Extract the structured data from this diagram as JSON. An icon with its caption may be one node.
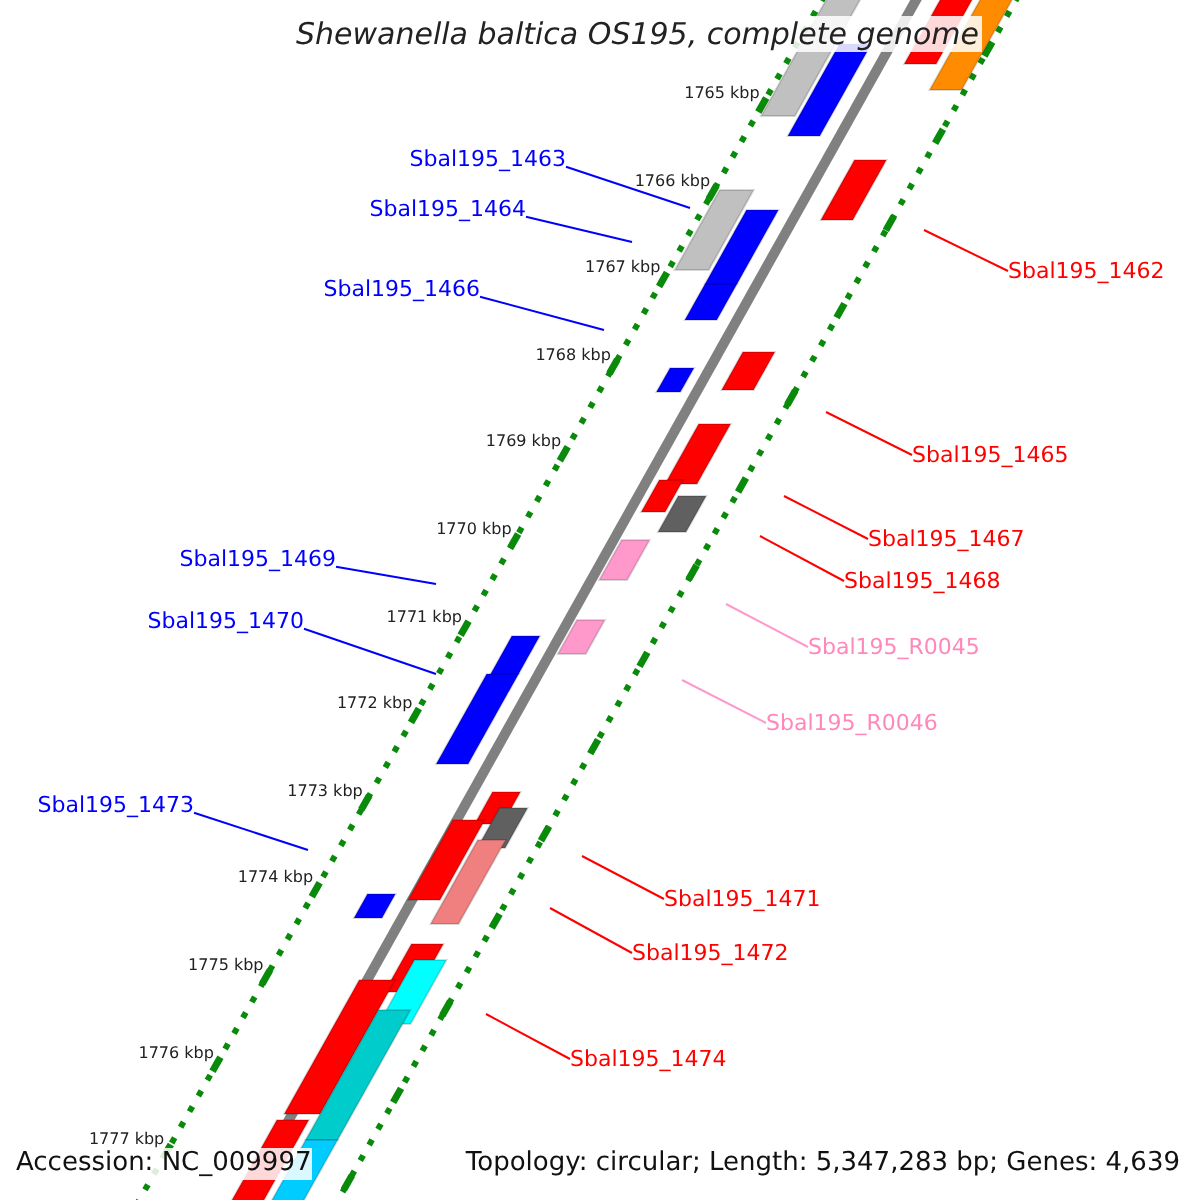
{
  "diagram": {
    "title": "Shewanella baltica OS195, complete genome",
    "nodes": [
      {
        "text": [
          "Sbal195_1463"
        ]
      },
      {
        "text": [
          "Sbal195_1464"
        ]
      },
      {
        "text": [
          "Sbal195_1466"
        ]
      },
      {
        "text": [
          "Sbal195_1462"
        ]
      },
      {
        "text": [
          "Sbal195_1465"
        ]
      },
      {
        "text": [
          "Sbal195_1467"
        ]
      },
      {
        "text": [
          "Sbal195_1468"
        ]
      },
      {
        "text": [
          "Sbal195_1469"
        ]
      },
      {
        "text": [
          "Sbal195_R0045"
        ]
      },
      {
        "text": [
          "Sbal195_1470"
        ]
      },
      {
        "text": [
          "Sbal195_R0046"
        ]
      },
      {
        "text": [
          "Sbal195_1473"
        ]
      },
      {
        "text": [
          "Sbal195_1471"
        ]
      },
      {
        "text": [
          "Sbal195_1472"
        ]
      },
      {
        "text": [
          "Sbal195_1474"
        ]
      }
    ],
    "edges": [
      {
        "from": 0,
        "to": null,
        "arrow": "none",
        "color": "#0000ff"
      },
      {
        "from": 1,
        "to": null,
        "arrow": "none",
        "color": "#0000ff"
      },
      {
        "from": 2,
        "to": null,
        "arrow": "none",
        "color": "#0000ff"
      },
      {
        "from": 3,
        "to": null,
        "arrow": "none"
      },
      {
        "from": 4,
        "to": null,
        "arrow": "none"
      },
      {
        "from": 5,
        "to": null,
        "arrow": "none"
      },
      {
        "from": 6,
        "to": null,
        "arrow": "none"
      },
      {
        "from": 7,
        "to": null,
        "arrow": "none",
        "color": "#0000ff"
      },
      {
        "from": 8,
        "to": null,
        "arrow": "none",
        "color": "#ff99cc"
      },
      {
        "from": 9,
        "to": null,
        "arrow": "none",
        "color": "#0000ff"
      },
      {
        "from": 10,
        "to": null,
        "arrow": "none",
        "color": "#ff99cc"
      },
      {
        "from": 11,
        "to": null,
        "arrow": "none",
        "color": "#0000ff"
      },
      {
        "from": 12,
        "to": null,
        "arrow": "none"
      },
      {
        "from": 13,
        "to": null,
        "arrow": "none"
      },
      {
        "from": 14,
        "to": null,
        "arrow": "none"
      }
    ],
    "labels": [
      "1765 kbp",
      "1766 kbp",
      "1767 kbp",
      "1768 kbp",
      "1769 kbp",
      "1770 kbp",
      "1771 kbp",
      "1772 kbp",
      "1773 kbp",
      "1774 kbp",
      "1775 kbp",
      "1776 kbp",
      "1777 kbp",
      "Accession: NC_009997",
      "Topology: circular; Length: 5,347,283 bp; Genes: 4,639"
    ]
  }
}
